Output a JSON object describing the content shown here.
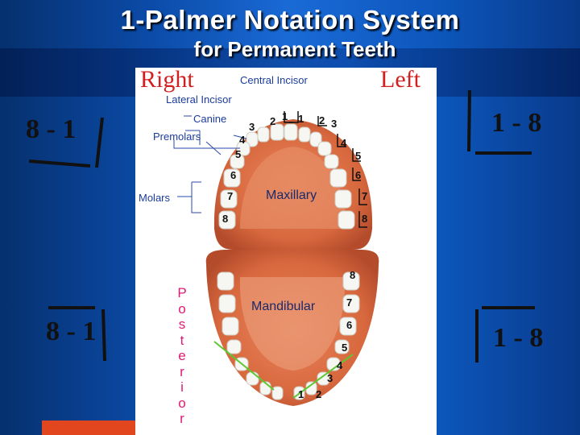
{
  "title": "1-Palmer Notation System",
  "subtitle": "for Permanent Teeth",
  "right_label": "Right",
  "left_label": "Left",
  "quadrants": {
    "upper_right": "8 - 1",
    "upper_left": "1 - 8",
    "lower_right": "8 - 1",
    "lower_left": "1 - 8"
  },
  "diagram": {
    "labels": {
      "central_incisor": "Central Incisor",
      "lateral_incisor": "Lateral Incisor",
      "canine": "Canine",
      "premolars": "Premolars",
      "molars": "Molars",
      "maxillary": "Maxillary",
      "mandibular": "Mandibular",
      "posterior": [
        "P",
        "o",
        "s",
        "t",
        "e",
        "r",
        "i",
        "o",
        "r"
      ]
    },
    "upper_right_numbers": [
      "1",
      "2",
      "3",
      "4",
      "5",
      "6",
      "7",
      "8"
    ],
    "upper_left_numbers": [
      "1",
      "2",
      "3",
      "4",
      "5",
      "6",
      "7",
      "8"
    ],
    "lower_numbers": [
      "1",
      "2",
      "3",
      "4",
      "5",
      "6",
      "7",
      "8"
    ]
  },
  "colors": {
    "background": "#0b4aa6",
    "side_labels": "#d21f1f",
    "posterior_text": "#e01a73",
    "diagram_text": "#1b3c9c"
  }
}
